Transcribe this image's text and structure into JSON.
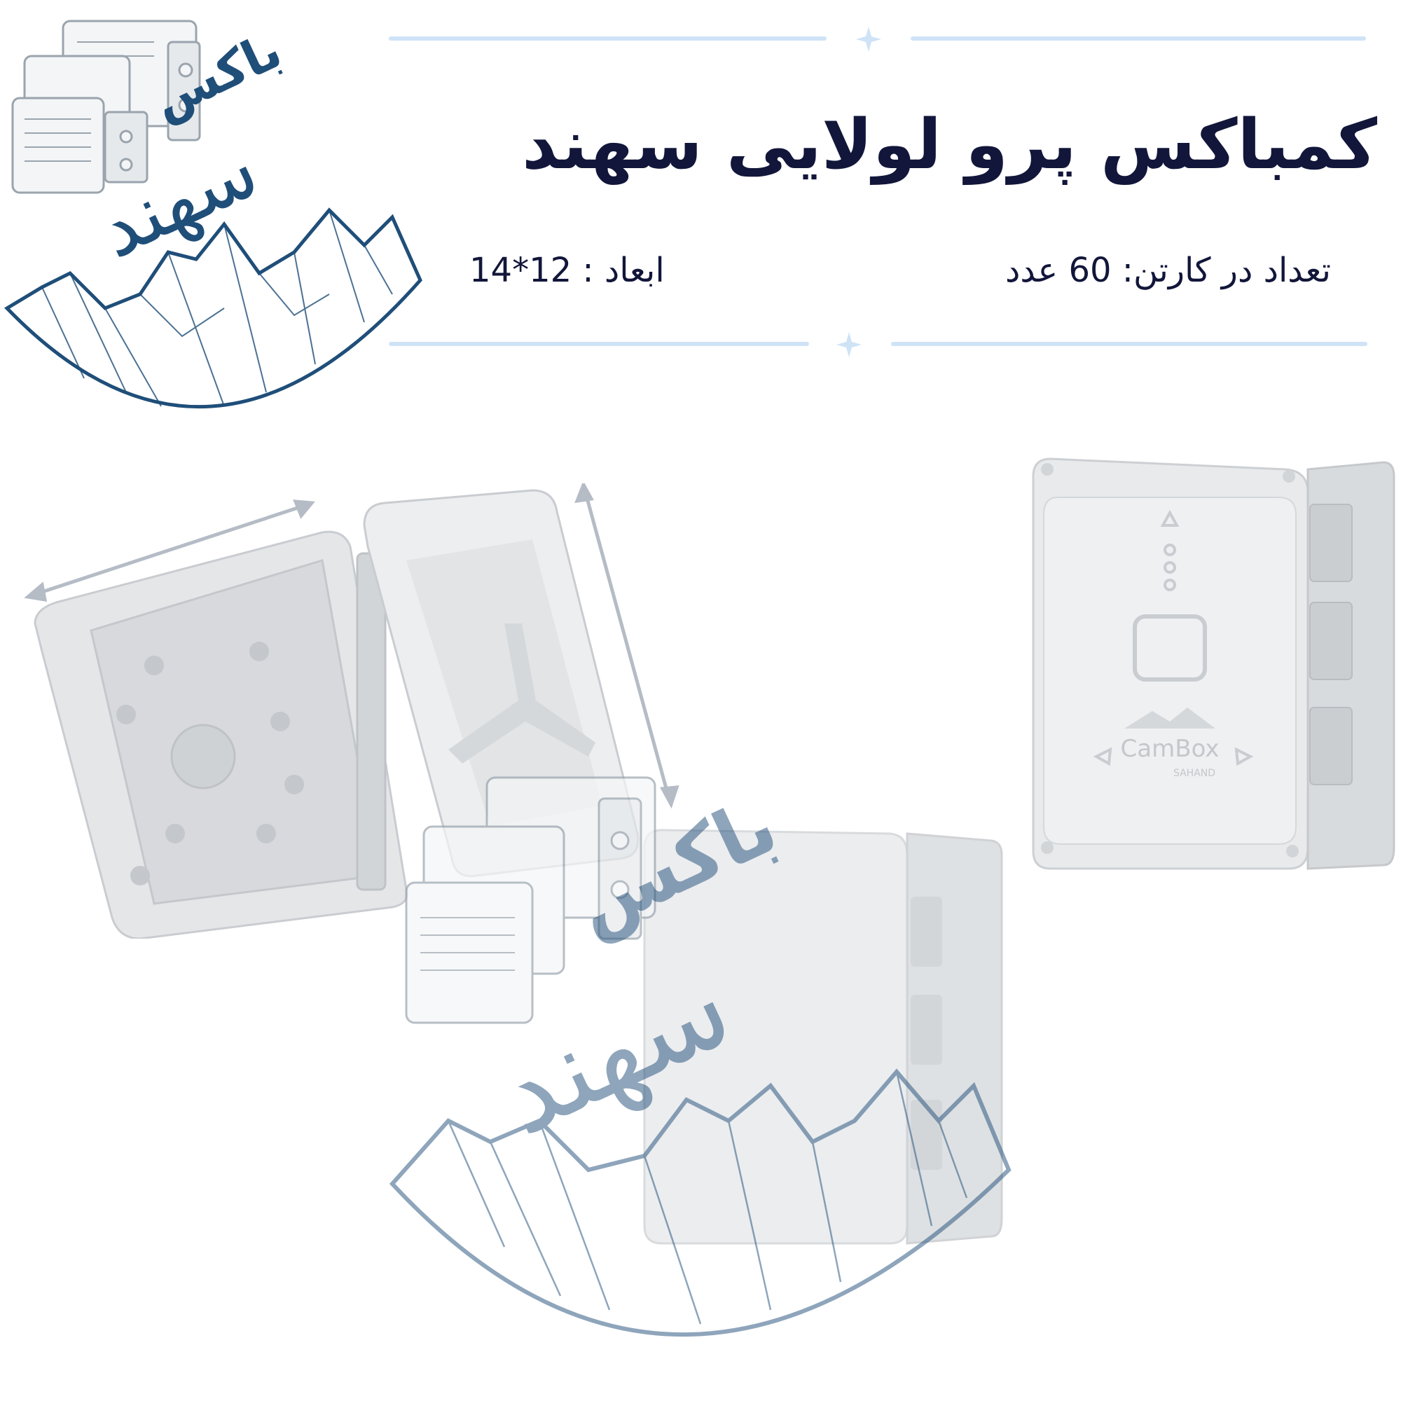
{
  "header": {
    "title": "کمباکس پرو لولایی سهند",
    "quantity": "تعداد در کارتن: 60 عدد",
    "dimensions": "ابعاد : 12*14"
  },
  "logo": {
    "line1": "باکس",
    "line2": "سهند"
  },
  "product": {
    "lid_brand": "CamBox",
    "lid_sub": "SAHAND"
  },
  "colors": {
    "title": "#12163a",
    "accent_rule": "#cfe3f7",
    "logo_blue": "#1f4e79",
    "box_body": "#e4e6e8"
  }
}
